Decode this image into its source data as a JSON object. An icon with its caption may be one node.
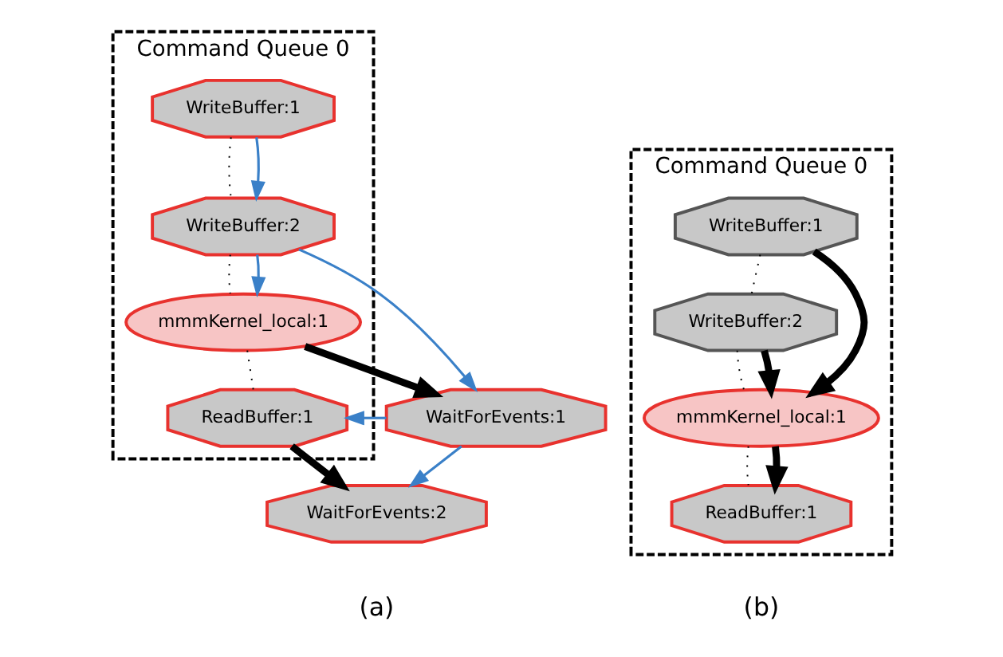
{
  "diagram": {
    "nodes": [
      {
        "text": [
          "Command Queue 0"
        ]
      },
      {
        "text": [
          "WriteBuffer:1"
        ],
        "in": 0
      },
      {
        "text": [
          "WriteBuffer:2"
        ],
        "in": 0
      },
      {
        "text": [
          "mmmKernel_local:1"
        ],
        "in": 0
      },
      {
        "text": [
          "ReadBuffer:1"
        ],
        "in": 0
      },
      {
        "text": [
          "WaitForEvents:1"
        ]
      },
      {
        "text": [
          "WaitForEvents:2"
        ]
      },
      {
        "text": [
          "Command Queue 0"
        ]
      },
      {
        "text": [
          "WriteBuffer:1"
        ],
        "in": 7
      },
      {
        "text": [
          "WriteBuffer:2"
        ],
        "in": 7
      },
      {
        "text": [
          "mmmKernel_local:1"
        ],
        "in": 7
      },
      {
        "text": [
          "ReadBuffer:1"
        ],
        "in": 7
      }
    ],
    "edges": [
      {
        "from": 1,
        "to": 2,
        "arrow": "none",
        "style": "dashed"
      },
      {
        "from": 1,
        "to": 2,
        "arrow": "to",
        "color": "#3a80c8"
      },
      {
        "from": 2,
        "to": 3,
        "arrow": "none",
        "style": "dashed"
      },
      {
        "from": 2,
        "to": 3,
        "arrow": "to",
        "color": "#3a80c8"
      },
      {
        "from": 2,
        "to": 5,
        "arrow": "to",
        "color": "#3a80c8"
      },
      {
        "from": 3,
        "to": 4,
        "arrow": "none",
        "style": "dashed"
      },
      {
        "from": 3,
        "to": 5,
        "arrow": "to",
        "style": "thick"
      },
      {
        "from": 5,
        "to": 4,
        "arrow": "to",
        "color": "#3a80c8"
      },
      {
        "from": 4,
        "to": 6,
        "arrow": "to",
        "style": "thick"
      },
      {
        "from": 5,
        "to": 6,
        "arrow": "to",
        "color": "#3a80c8"
      },
      {
        "from": 8,
        "to": 9,
        "arrow": "none",
        "style": "dashed"
      },
      {
        "from": 8,
        "to": 10,
        "arrow": "to",
        "style": "thick"
      },
      {
        "from": 9,
        "to": 10,
        "arrow": "none",
        "style": "dashed"
      },
      {
        "from": 9,
        "to": 10,
        "arrow": "to",
        "style": "thick"
      },
      {
        "from": 10,
        "to": 11,
        "arrow": "none",
        "style": "dashed"
      },
      {
        "from": 10,
        "to": 11,
        "arrow": "to",
        "style": "thick"
      }
    ],
    "labels": [
      "(a)",
      "(b)"
    ]
  }
}
